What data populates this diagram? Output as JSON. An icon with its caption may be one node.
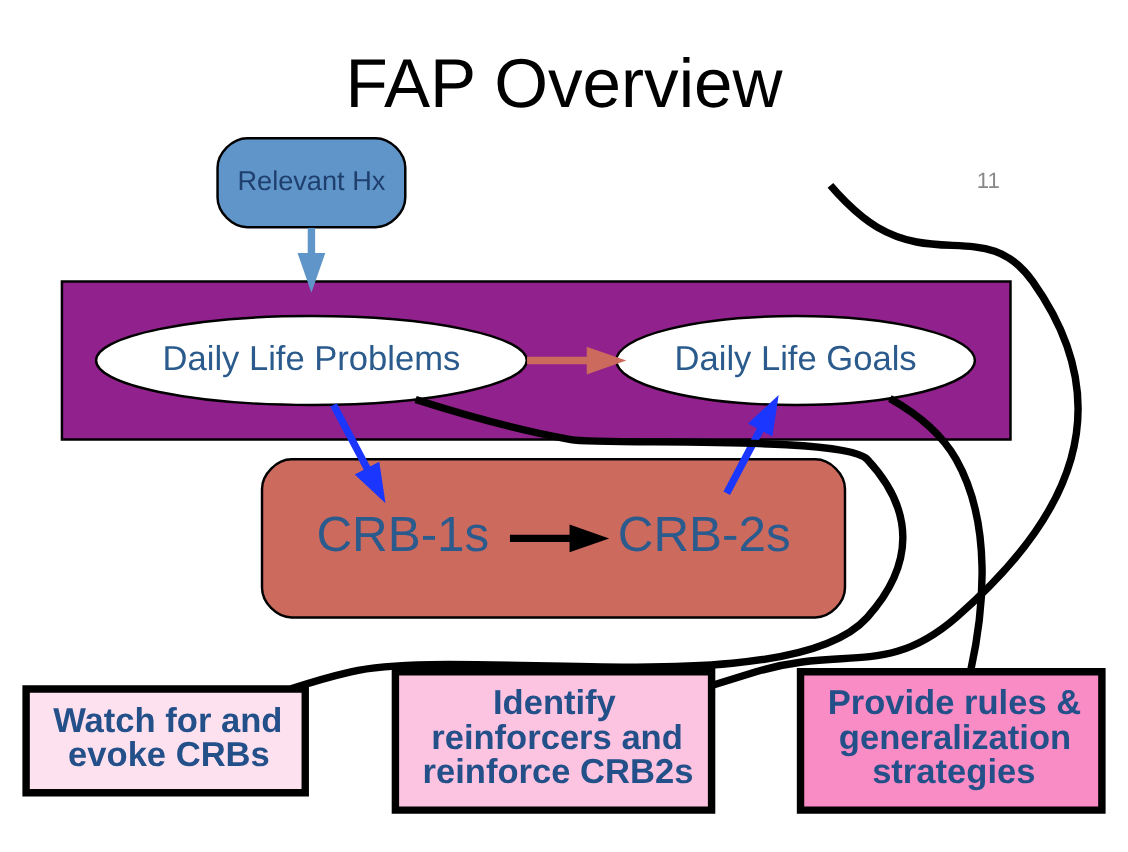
{
  "diagram": {
    "title": "FAP Overview",
    "nodes": [
      {
        "text": [
          "Relevant Hx"
        ]
      },
      {
        "text": [],
        "shape": "box"
      },
      {
        "text": [
          "Daily Life Problems"
        ],
        "in": 1
      },
      {
        "text": [
          "Daily Life Goals"
        ],
        "in": 1
      },
      {
        "text": [],
        "shape": "bar"
      },
      {
        "text": [
          "CRB-1s"
        ],
        "in": 4
      },
      {
        "text": [
          "CRB-2s"
        ],
        "in": 4
      },
      {
        "text": [
          "Watch for and evoke CRBs"
        ]
      },
      {
        "text": [
          "Identify reinforcers and reinforce CRB2s"
        ]
      },
      {
        "text": [
          "Provide rules & generalization strategies"
        ]
      }
    ],
    "edges": [
      {
        "from": 0,
        "to": 1,
        "arrow": "to",
        "color": "#5f95c9"
      },
      {
        "from": 2,
        "to": 3,
        "arrow": "to",
        "color": "#cc6a5e"
      },
      {
        "from": 2,
        "to": 5,
        "arrow": "to",
        "color": "#1a36ff"
      },
      {
        "from": 6,
        "to": 3,
        "arrow": "to",
        "color": "#1a36ff"
      },
      {
        "from": 5,
        "to": 6,
        "arrow": "to"
      },
      {
        "from": 7,
        "to": 2,
        "arrow": "none"
      },
      {
        "from": 8,
        "to": null,
        "arrow": "none"
      },
      {
        "from": 9,
        "to": 3,
        "arrow": "none"
      }
    ],
    "labels": [
      "11"
    ]
  }
}
